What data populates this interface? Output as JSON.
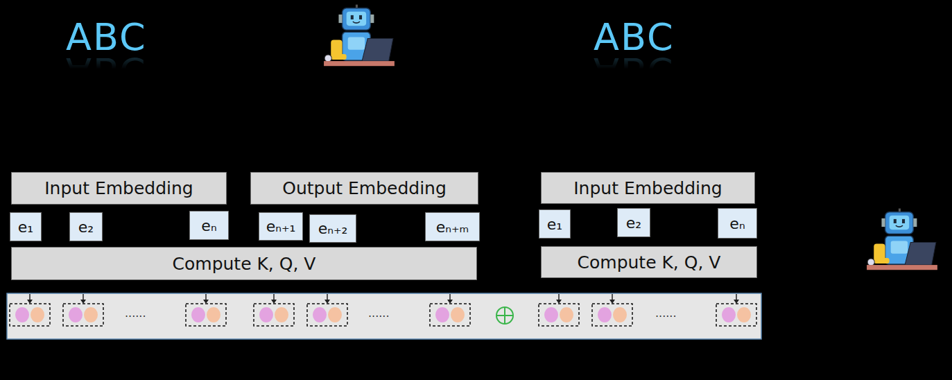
{
  "diagram": {
    "nodes": [
      {
        "text": [
          "Input Embedding"
        ]
      },
      {
        "text": [
          "Output Embedding"
        ]
      },
      {
        "text": [
          "Input Embedding"
        ]
      },
      {
        "text": [
          "e₁"
        ]
      },
      {
        "text": [
          "e₂"
        ]
      },
      {
        "text": [
          "eₙ"
        ]
      },
      {
        "text": [
          "eₙ₊₁"
        ]
      },
      {
        "text": [
          "eₙ₊₂"
        ]
      },
      {
        "text": [
          "eₙ₊ₘ"
        ]
      },
      {
        "text": [
          "e₁"
        ]
      },
      {
        "text": [
          "e₂"
        ]
      },
      {
        "text": [
          "eₙ"
        ]
      },
      {
        "text": [
          "Compute K, Q, V"
        ]
      },
      {
        "text": [
          "Compute K, Q, V"
        ]
      }
    ],
    "labels": [
      "ABC",
      "ABC",
      "......",
      "......",
      "......"
    ]
  }
}
